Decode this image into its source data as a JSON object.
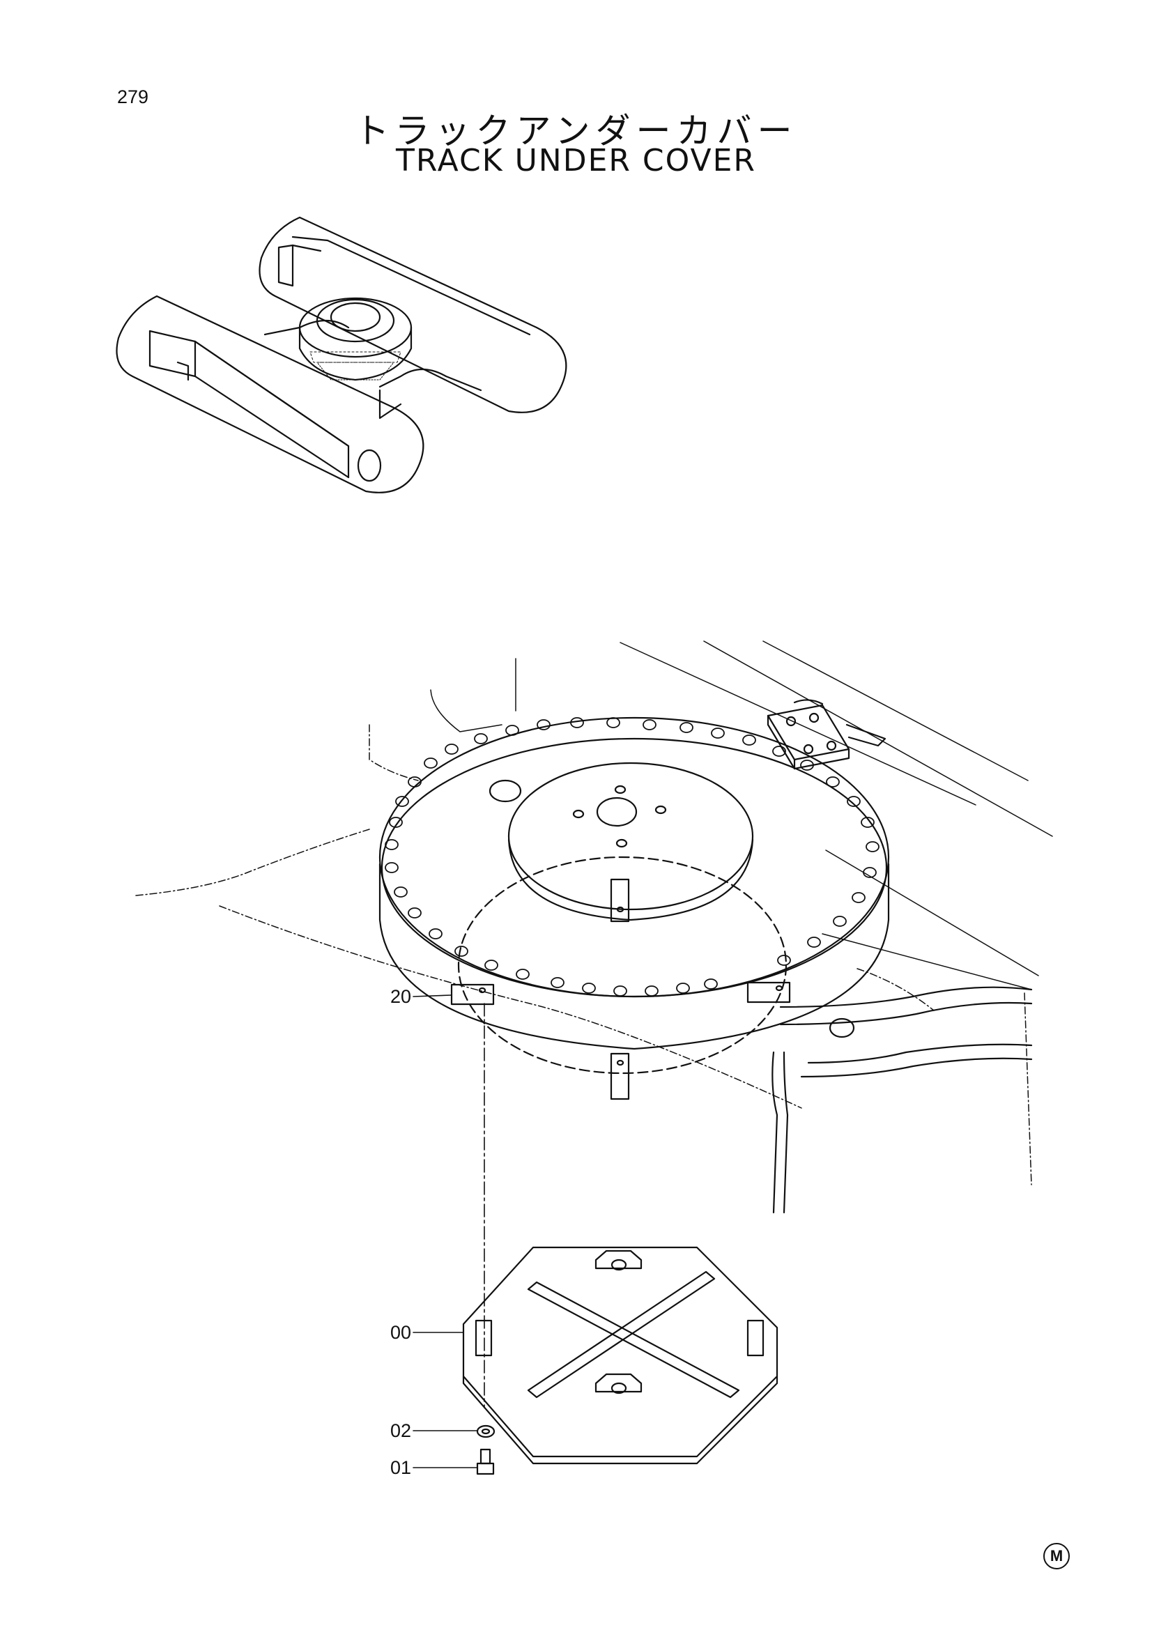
{
  "page_number": "279",
  "title_ja": "トラックアンダーカバー",
  "title_en": "TRACK UNDER COVER",
  "callouts": [
    {
      "label": "20"
    },
    {
      "label": "00"
    },
    {
      "label": "02"
    },
    {
      "label": "01"
    }
  ],
  "corner_mark": "M",
  "colors": {
    "line": "#111111",
    "background": "#ffffff"
  }
}
